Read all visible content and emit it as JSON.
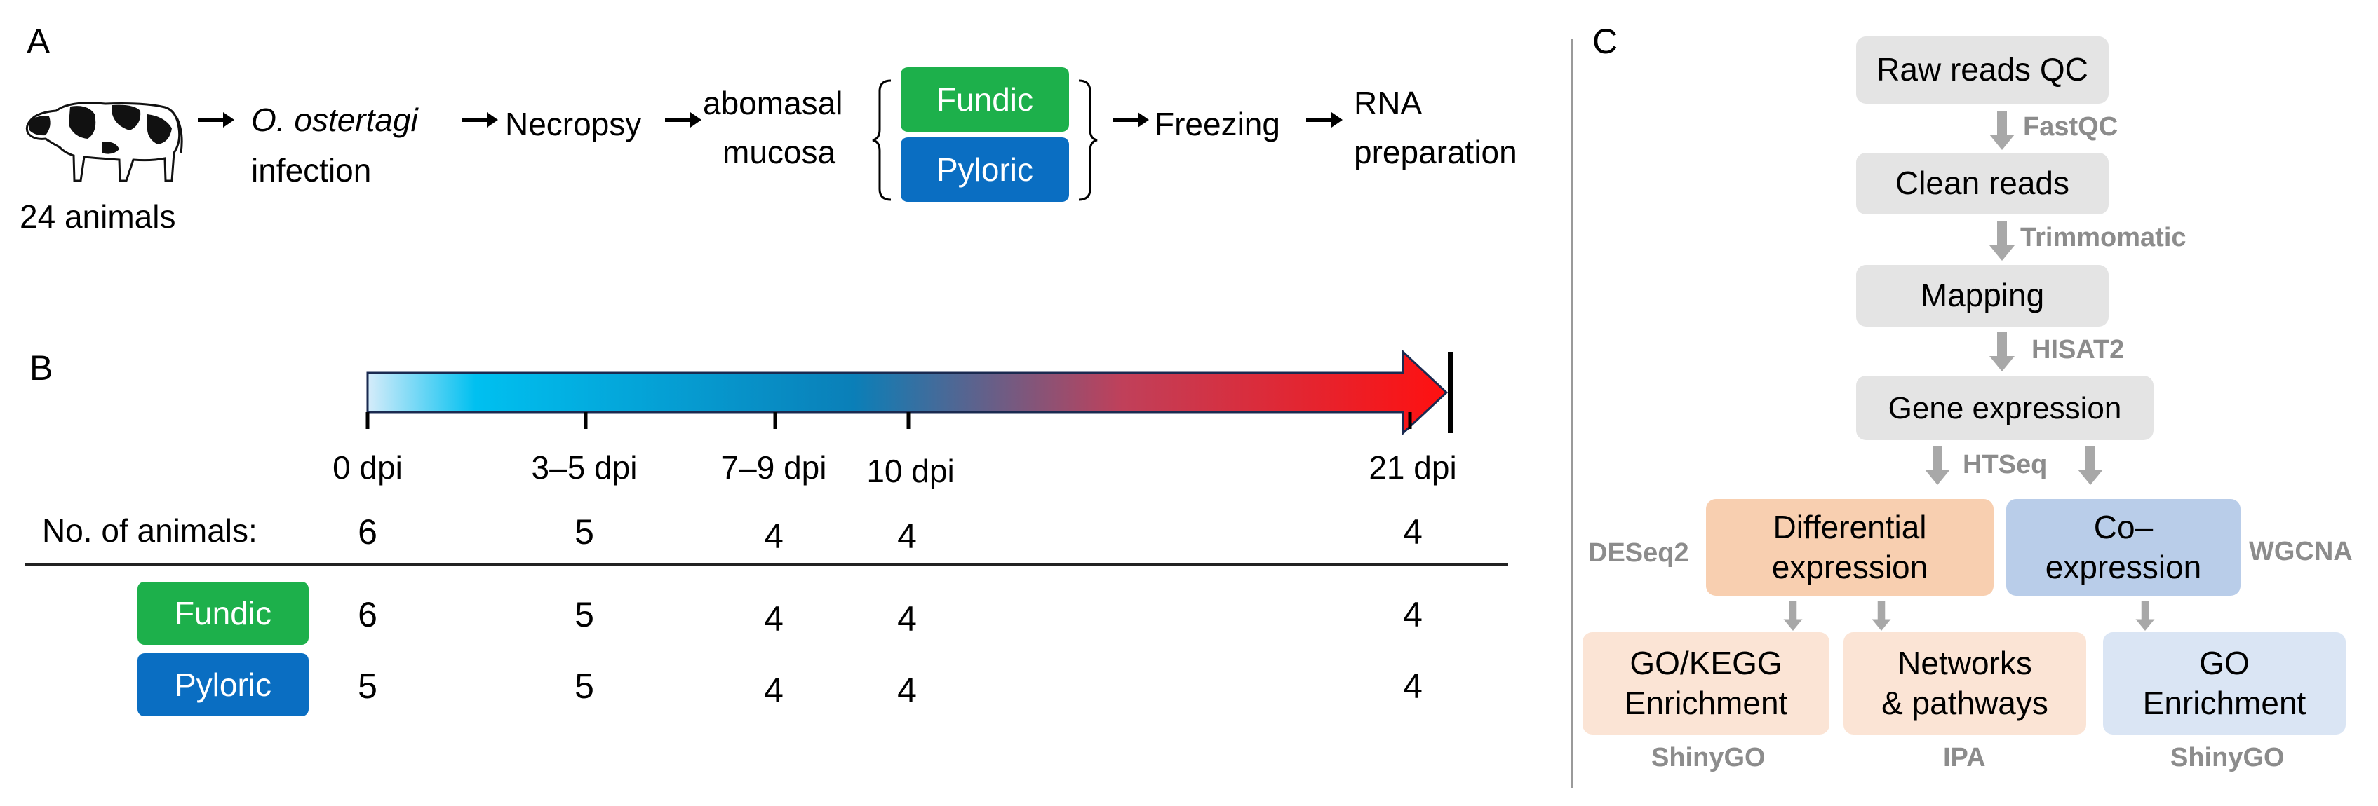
{
  "panel_a": {
    "letter": "A",
    "animal_count": "24 animals",
    "infection_species": "O. ostertagi",
    "infection_word": "infection",
    "necropsy": "Necropsy",
    "mucosa_line1": "abomasal",
    "mucosa_line2": "mucosa",
    "fundic": "Fundic",
    "pyloric": "Pyloric",
    "freezing": "Freezing",
    "rna_line1": "RNA",
    "rna_line2": "preparation",
    "colors": {
      "fundic": "#1db04b",
      "pyloric": "#0a6ec2"
    }
  },
  "panel_b": {
    "letter": "B",
    "timepoints": [
      "0 dpi",
      "3–5 dpi",
      "7–9 dpi",
      "10 dpi",
      "21 dpi"
    ],
    "row_total_label": "No. of animals:",
    "row_total": [
      "6",
      "5",
      "4",
      "4",
      "4"
    ],
    "fundic_label": "Fundic",
    "fundic": [
      "6",
      "5",
      "4",
      "4",
      "4"
    ],
    "pyloric_label": "Pyloric",
    "pyloric": [
      "5",
      "5",
      "4",
      "4",
      "4"
    ],
    "gradient_colors": [
      "#d6ecfa",
      "#00c0f0",
      "#0a7fb8",
      "#c0405a",
      "#ff1010"
    ]
  },
  "panel_c": {
    "letter": "C",
    "raw_reads": "Raw reads QC",
    "fastqc": "FastQC",
    "clean_reads": "Clean reads",
    "trimmomatic": "Trimmomatic",
    "mapping": "Mapping",
    "hisat2": "HISAT2",
    "gene_expression": "Gene expression",
    "htseq": "HTSeq",
    "deseq2": "DESeq2",
    "diff_line1": "Differential",
    "diff_line2": "expression",
    "coexp_line1": "Co–",
    "coexp_line2": "expression",
    "wgcna": "WGCNA",
    "gokegg_line1": "GO/KEGG",
    "gokegg_line2": "Enrichment",
    "networks_line1": "Networks",
    "networks_line2": "& pathways",
    "go_line1": "GO",
    "go_line2": "Enrichment",
    "shinygo1": "ShinyGO",
    "ipa": "IPA",
    "shinygo2": "ShinyGO"
  }
}
